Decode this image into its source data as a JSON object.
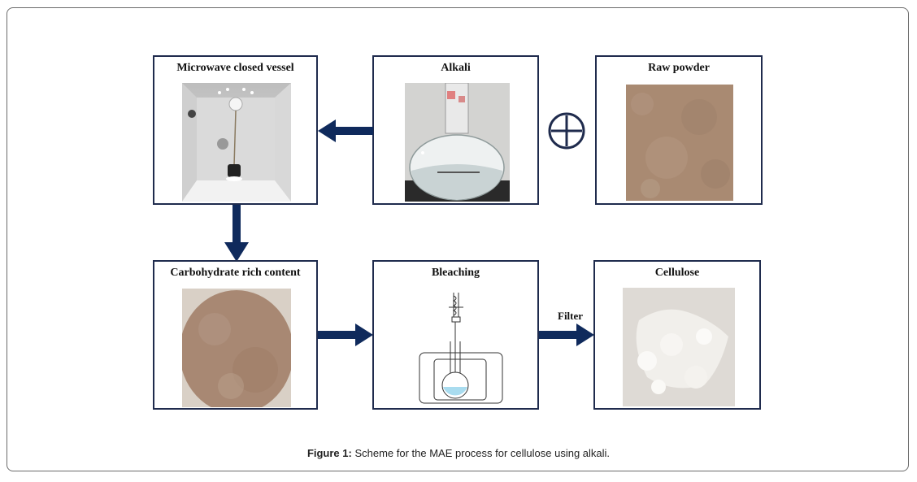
{
  "boxes": {
    "microwave": {
      "title": "Microwave closed vessel"
    },
    "alkali": {
      "title": "Alkali"
    },
    "raw": {
      "title": "Raw powder"
    },
    "carbohydrate": {
      "title": "Carbohydrate rich content"
    },
    "bleaching": {
      "title": "Bleaching"
    },
    "cellulose": {
      "title": "Cellulose"
    }
  },
  "arrow_label": "Filter",
  "caption": {
    "prefix": "Figure 1:",
    "text": " Scheme for the MAE  process for cellulose  using alkali."
  },
  "colors": {
    "box_border": "#1f2b4d",
    "arrow": "#0f2a5c"
  }
}
